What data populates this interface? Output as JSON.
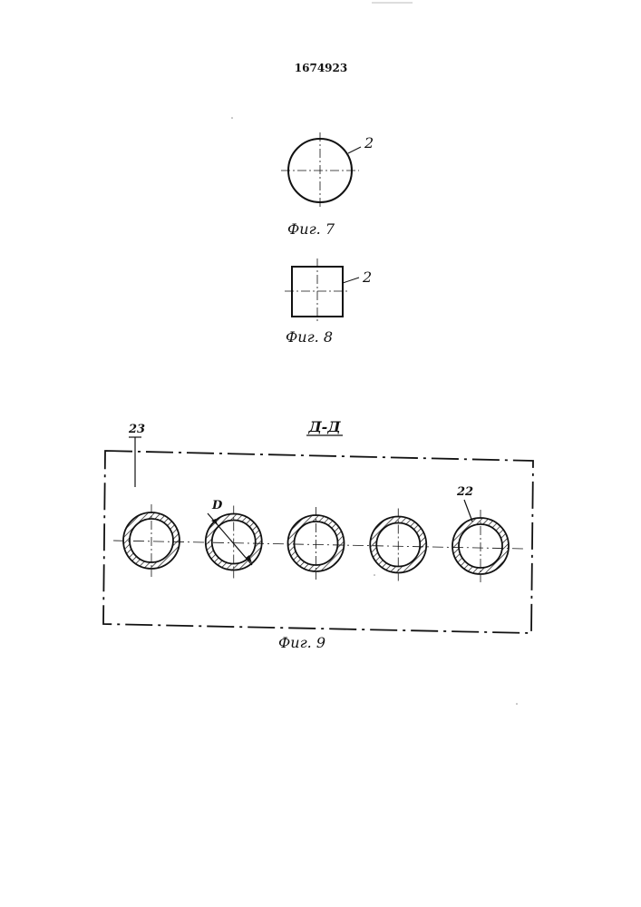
{
  "document": {
    "number": "1674923"
  },
  "fig7": {
    "caption": "Фиг. 7",
    "callout": "2"
  },
  "fig8": {
    "caption": "Фиг. 8",
    "callout": "2"
  },
  "fig9": {
    "caption": "Фиг. 9",
    "section_label": "Д-Д",
    "callout_plate": "23",
    "callout_tube": "22",
    "dimension_label": "D",
    "tube_count": 5
  },
  "colors": {
    "ink": "#111111",
    "paper": "#ffffff"
  }
}
